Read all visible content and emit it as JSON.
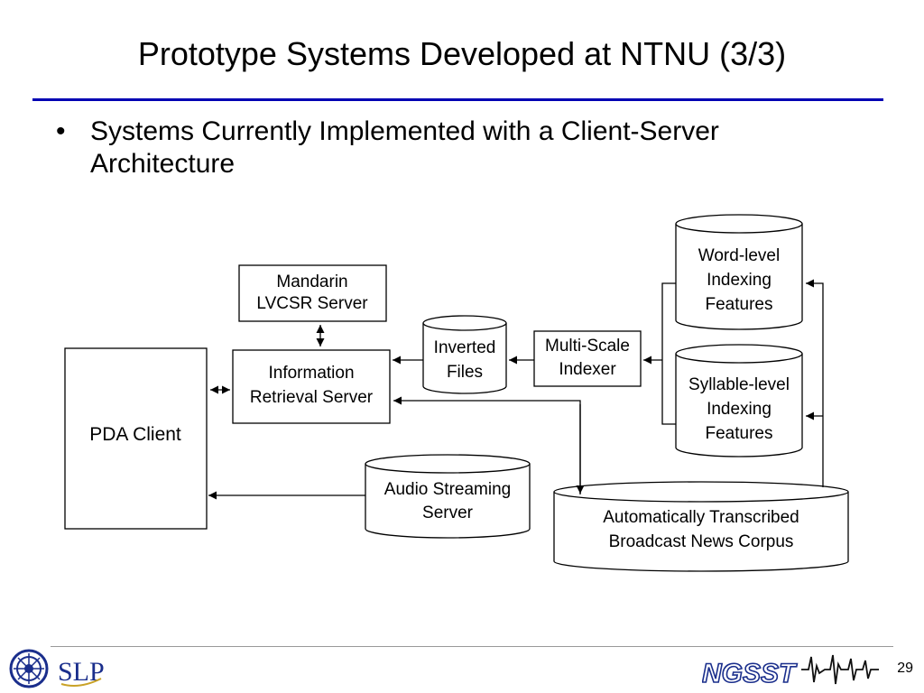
{
  "slide": {
    "title": "Prototype Systems Developed at NTNU (3/3)",
    "bullet": "Systems Currently Implemented with a Client-Server Architecture",
    "page_number": "29"
  },
  "diagram": {
    "nodes": {
      "mandarin_lvcsr": [
        "Mandarin",
        "LVCSR Server"
      ],
      "info_retrieval": [
        "Information",
        "Retrieval Server"
      ],
      "pda_client": [
        "PDA Client"
      ],
      "inverted_files": [
        "Inverted",
        "Files"
      ],
      "multiscale_indexer": [
        "Multi-Scale",
        "Indexer"
      ],
      "word_level": [
        "Word-level",
        "Indexing",
        "Features"
      ],
      "syllable_level": [
        "Syllable-level",
        "Indexing",
        "Features"
      ],
      "audio_streaming": [
        "Audio Streaming",
        "Server"
      ],
      "corpus": [
        "Automatically Transcribed",
        "Broadcast News Corpus"
      ]
    }
  },
  "logos": {
    "left": "SLP",
    "right": "NGSST"
  },
  "colors": {
    "title_rule": "#0000b3",
    "logo_blue": "#1a2e8c",
    "logo_gold": "#c9a227"
  }
}
